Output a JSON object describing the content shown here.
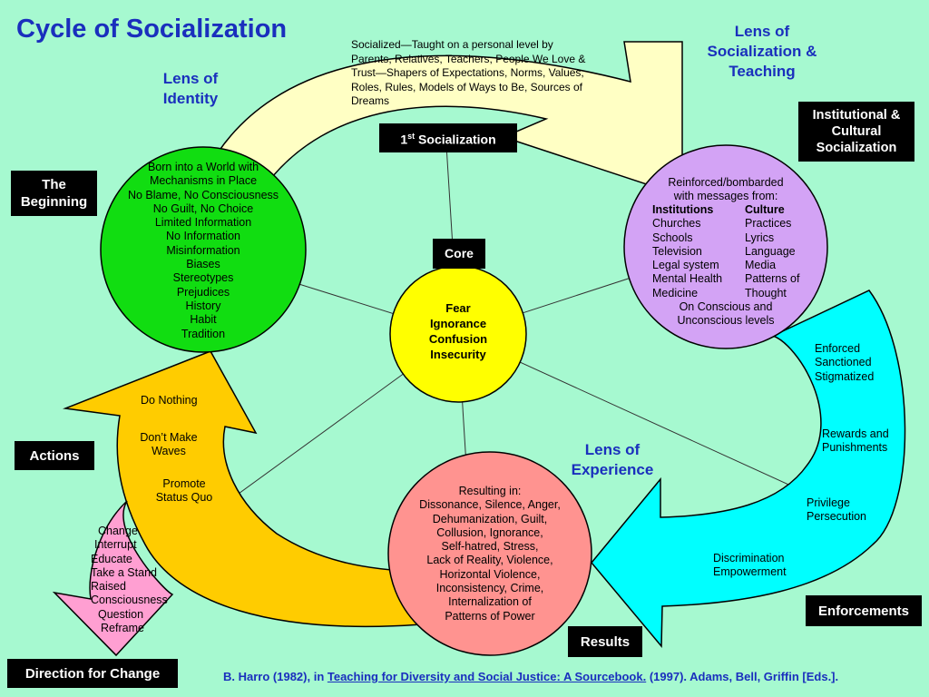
{
  "title": "Cycle of Socialization",
  "lenses": {
    "identity": [
      "Lens of",
      "Identity"
    ],
    "socialization_teaching": [
      "Lens of",
      "Socialization &",
      "Teaching"
    ],
    "experience": [
      "Lens of",
      "Experience"
    ]
  },
  "labels": {
    "beginning": [
      "The",
      "Beginning"
    ],
    "first_socialization_main": "1",
    "first_socialization_sup": "st",
    "first_socialization_rest": " Socialization",
    "core": "Core",
    "institutional": [
      "Institutional &",
      "Cultural",
      "Socialization"
    ],
    "actions": "Actions",
    "enforcements": "Enforcements",
    "results": "Results",
    "direction_for_change": "Direction for Change"
  },
  "top_arrow_text": [
    "Socialized—Taught on a personal level by",
    "Parents, Relatives, Teachers, People We Love &",
    "Trust—Shapers of Expectations, Norms, Values,",
    "Roles, Rules, Models of Ways to Be, Sources of",
    "Dreams"
  ],
  "green_circle": [
    "Born into a World with",
    "Mechanisms in Place",
    "No Blame, No Consciousness",
    "No Guilt, No Choice",
    "Limited Information",
    "No Information",
    "Misinformation",
    "Biases",
    "Stereotypes",
    "Prejudices",
    "History",
    "Habit",
    "Tradition"
  ],
  "purple_circle": {
    "intro": [
      "Reinforced/bombarded",
      "with messages from:"
    ],
    "institutions_header": "Institutions",
    "institutions": [
      "Churches",
      "Schools",
      "Television",
      "Legal system",
      "Mental Health",
      "Medicine"
    ],
    "culture_header": "Culture",
    "culture": [
      "Practices",
      "Lyrics",
      "Language",
      "Media",
      "Patterns of",
      "Thought"
    ],
    "outro": [
      "On Conscious and",
      "Unconscious levels"
    ]
  },
  "core_circle": [
    "Fear",
    "Ignorance",
    "Confusion",
    "Insecurity"
  ],
  "red_circle": [
    "Resulting in:",
    "Dissonance, Silence, Anger,",
    "Dehumanization, Guilt,",
    "Collusion, Ignorance,",
    "Self-hatred, Stress,",
    "Lack of Reality, Violence,",
    "Horizontal Violence,",
    "Inconsistency, Crime,",
    "Internalization of",
    "Patterns of Power"
  ],
  "cyan_arrow": {
    "item1": [
      "Enforced",
      "Sanctioned",
      "Stigmatized"
    ],
    "item2": [
      "Rewards and",
      "Punishments"
    ],
    "item3": [
      "Privilege",
      "Persecution"
    ],
    "item4": [
      "Discrimination",
      "Empowerment"
    ]
  },
  "yellow_arrow": {
    "item1": "Do Nothing",
    "item2": [
      "Don’t Make",
      "Waves"
    ],
    "item3": [
      "Promote",
      "Status Quo"
    ]
  },
  "pink_arrow": [
    "Change",
    "Interrupt",
    "Educate",
    "Take a Stand",
    "Raised",
    "Consciousness",
    "Question",
    "Reframe"
  ],
  "footer": {
    "pre": "B. Harro (1982), in ",
    "book": "Teaching for Diversity and Social Justice: A Sourcebook.",
    "post": " (1997). Adams, Bell, Griffin [Eds.]."
  },
  "colors": {
    "background": "#a6f9d0",
    "title_blue": "#1a2fbd",
    "yellow_light": "#ffffc4",
    "yellow_gold": "#ffcc00",
    "cyan": "#00ffff",
    "pink": "#ff9fd2",
    "green": "#11dd11",
    "purple": "#d3a3f5",
    "core_yellow": "#ffff00",
    "red": "#ff9390"
  }
}
